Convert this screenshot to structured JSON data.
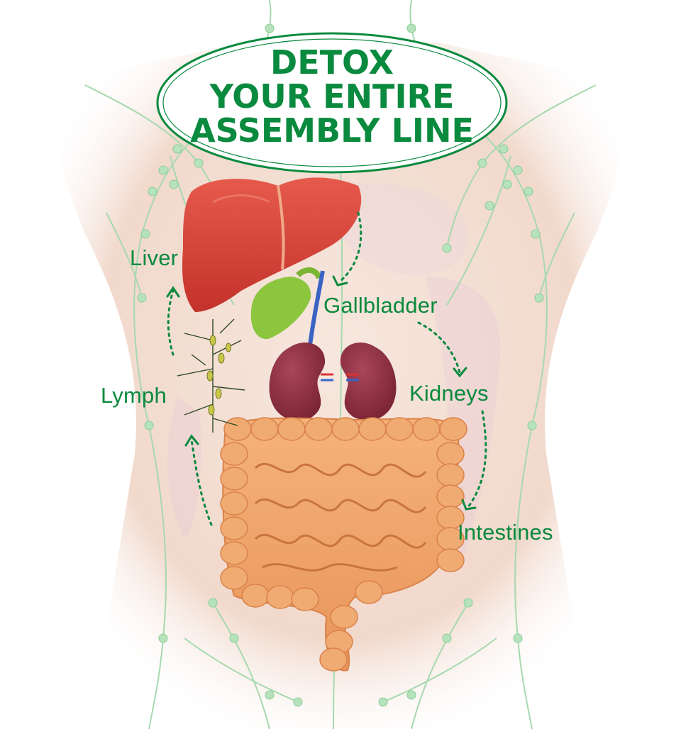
{
  "title": {
    "lines": [
      "DETOX",
      "YOUR ENTIRE",
      "ASSEMBLY LINE"
    ]
  },
  "labels": {
    "liver": "Liver",
    "gallbladder": "Gallbladder",
    "lymph": "Lymph",
    "kidneys": "Kidneys",
    "intestines": "Intestines"
  },
  "colors": {
    "accent": "#0a8a3e",
    "skin": "#f2dcd0",
    "lymph": "#9fd4a8",
    "liver": "#d8443a",
    "gallbladder": "#8cc63f",
    "kidney": "#8c2f3c",
    "intestine": "#eea36a"
  }
}
